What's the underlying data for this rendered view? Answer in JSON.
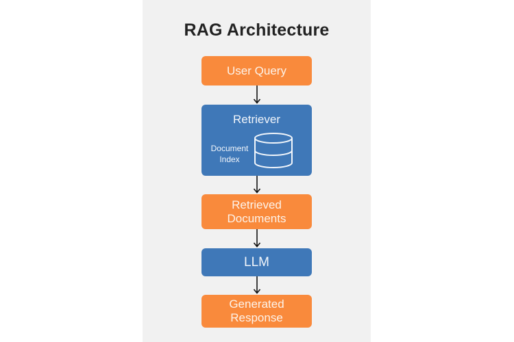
{
  "title": "RAG Architecture",
  "colors": {
    "panel": "#f1f1f1",
    "orange": "#f98a3c",
    "blue": "#3f78b8",
    "arrow": "#111111"
  },
  "nodes": {
    "user_query": "User Query",
    "retriever": {
      "title": "Retriever",
      "index_label_line1": "Document",
      "index_label_line2": "Index",
      "icon": "database-icon"
    },
    "retrieved_docs_line1": "Retrieved",
    "retrieved_docs_line2": "Documents",
    "llm": "LLM",
    "generated_line1": "Generated",
    "generated_line2": "Response"
  },
  "edges": [
    {
      "from": "User Query",
      "to": "Retriever"
    },
    {
      "from": "Retriever",
      "to": "Retrieved Documents"
    },
    {
      "from": "Retrieved Documents",
      "to": "LLM"
    },
    {
      "from": "LLM",
      "to": "Generated Response"
    }
  ]
}
